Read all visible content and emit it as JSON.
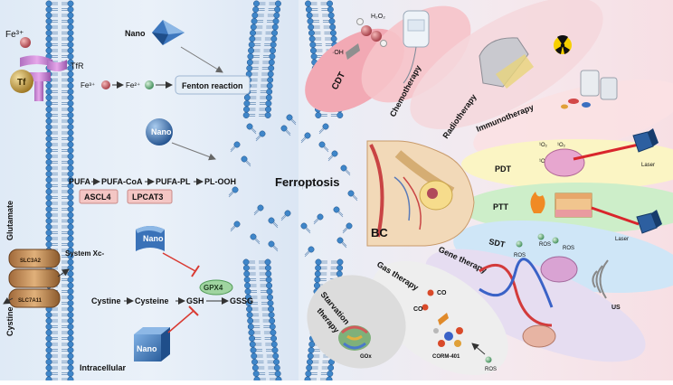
{
  "left_panel": {
    "fe3_top": "Fe³⁺",
    "tfr": "TfR",
    "tf": "Tf",
    "fe3_mid": "Fe³⁺",
    "fe2": "Fe²⁺",
    "fenton": "Fenton reaction",
    "nano_top": "Nano",
    "nano_mid": "Nano",
    "pathway": {
      "pufa": "PUFA",
      "pufa_coa": "PUFA-CoA",
      "pufa_pl": "PUFA-PL",
      "pl_ooh": "PL-OOH"
    },
    "ascl4": "ASCL4",
    "lpcat3": "LPCAT3",
    "system_xc": "System Xc-",
    "slc3a2": "SLC3A2",
    "slc7a11": "SLC7A11",
    "glutamate": "Glutamate",
    "cystine_side": "Cystine",
    "nano_ribbon": "Nano",
    "nano_cube": "Nano",
    "gpx4": "GPX4",
    "gsh_chain": {
      "cystine": "Cystine",
      "cysteine": "Cysteine",
      "gsh": "GSH",
      "gssg": "GSSG"
    },
    "intracellular": "Intracellular"
  },
  "center": {
    "ferroptosis": "Ferroptosis",
    "watermark": "Ferroptosis"
  },
  "right_panel": {
    "therapies": {
      "cdt": "CDT",
      "chemotherapy": "Chemotherapy",
      "radiotherapy": "Radiotherapy",
      "immunotherapy": "Immunotherapy",
      "pdt": "PDT",
      "ptt": "PTT",
      "sdt": "SDT",
      "gene_therapy": "Gene therapy",
      "gas_therapy": "Gas therapy",
      "starvation_line1": "Starvation",
      "starvation_line2": "therapy"
    },
    "h2o2": "H₂O₂",
    "oh": "·OH",
    "o2_1": "¹O₂",
    "o2_2": "¹O₂",
    "o2_3": "¹O₂",
    "laser_pdt": "Laser",
    "laser_ptt": "Laser",
    "ros_1": "ROS",
    "ros_2": "ROS",
    "ros_3": "ROS",
    "us": "US",
    "co_1": "CO",
    "co_2": "CO",
    "corm": "CORM-401",
    "ros_gas": "ROS",
    "gox": "GOx",
    "bc": "BC"
  },
  "colors": {
    "membrane_blue": "#2f6fb8",
    "lipid_head": "#3f86c9",
    "pink_label": "#f4c6c4",
    "gpx4_green": "#9fd4a0",
    "cdt_pink": "#f2a9b4",
    "yellow_band": "#fbf5c4",
    "green_band": "#cdeec9",
    "blue_band": "#cfe6f7",
    "lavender_band": "#e6ddf1",
    "grey_band": "#dcdcdc",
    "inhibit_red": "#d93a32"
  }
}
